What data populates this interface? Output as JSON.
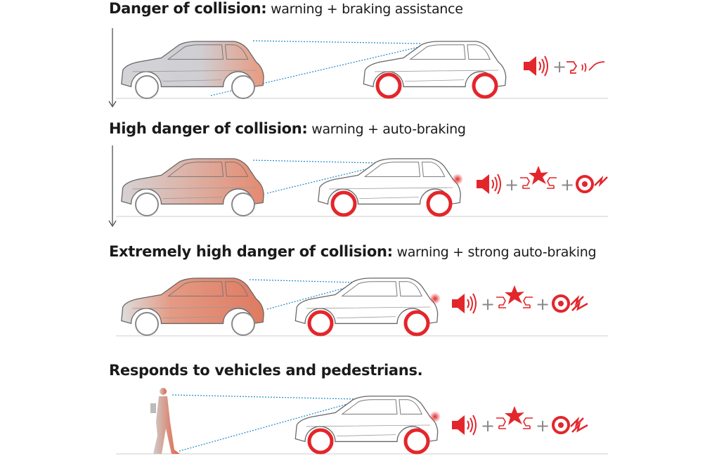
{
  "rows": [
    {
      "title_bold": "Danger of collision:",
      "title_rest": " warning + braking assistance",
      "icons": [
        "speaker-warning-icon",
        "brake-pedal-assist-icon"
      ]
    },
    {
      "title_bold": "High danger of collision:",
      "title_rest": " warning + auto-braking",
      "icons": [
        "speaker-warning-icon",
        "collision-star-icon",
        "tire-brake-icon"
      ]
    },
    {
      "title_bold": "Extremely high danger of collision:",
      "title_rest": " warning + strong auto-braking",
      "icons": [
        "speaker-warning-icon",
        "collision-star-icon",
        "tire-strong-brake-icon"
      ]
    },
    {
      "title_bold": "Responds to vehicles and pedestrians.",
      "title_rest": "",
      "icons": [
        "speaker-warning-icon",
        "collision-star-icon",
        "tire-strong-brake-icon"
      ]
    }
  ],
  "plus": "+",
  "colors": {
    "accent": "#e3262b",
    "grey": "#c8c8cc",
    "sensor": "#1e88c8",
    "ground": "#cccccc"
  }
}
